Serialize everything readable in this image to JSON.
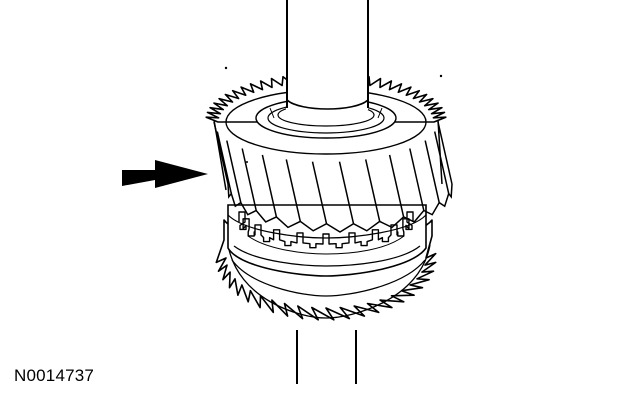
{
  "figure": {
    "reference_code": "N0014737",
    "parts": [
      "shaft",
      "upper-helical-gear",
      "synchronizer-hub",
      "lower-gear"
    ],
    "callout": "arrow-icon",
    "colors": {
      "line": "#000000",
      "background": "#ffffff",
      "arrow": "#000000"
    }
  }
}
